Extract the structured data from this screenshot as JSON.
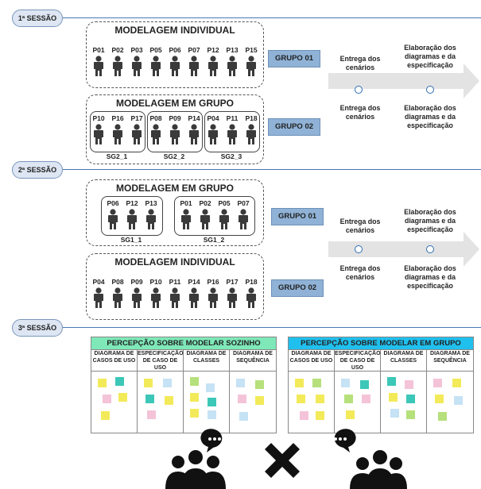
{
  "sessions": [
    {
      "label": "1ª SESSÃO"
    },
    {
      "label": "2ª SESSÃO"
    },
    {
      "label": "3ª SESSÃO"
    }
  ],
  "s1": {
    "individual": {
      "title": "MODELAGEM INDIVIDUAL",
      "participants": [
        "P01",
        "P02",
        "P03",
        "P05",
        "P06",
        "P07",
        "P12",
        "P13",
        "P15"
      ],
      "group_label": "GRUPO 01"
    },
    "group": {
      "title": "MODELAGEM EM GRUPO",
      "subgroups": [
        {
          "members": [
            "P10",
            "P16",
            "P17"
          ],
          "name": "SG2_1"
        },
        {
          "members": [
            "P08",
            "P09",
            "P14"
          ],
          "name": "SG2_2"
        },
        {
          "members": [
            "P04",
            "P11",
            "P18"
          ],
          "name": "SG2_3"
        }
      ],
      "group_label": "GRUPO 02"
    },
    "timeline": {
      "top_left": "Entrega dos cenários",
      "top_right": "Elaboração dos diagramas e da especificação",
      "bottom_left": "Entrega dos cenários",
      "bottom_right": "Elaboração dos diagramas e da especificação"
    }
  },
  "s2": {
    "group": {
      "title": "MODELAGEM EM GRUPO",
      "subgroups": [
        {
          "members": [
            "P06",
            "P12",
            "P13"
          ],
          "name": "SG1_1"
        },
        {
          "members": [
            "P01",
            "P02",
            "P05",
            "P07"
          ],
          "name": "SG1_2"
        }
      ],
      "group_label": "GRUPO 01"
    },
    "individual": {
      "title": "MODELAGEM INDIVIDUAL",
      "participants": [
        "P04",
        "P08",
        "P09",
        "P10",
        "P11",
        "P14",
        "P16",
        "P17",
        "P18"
      ],
      "group_label": "GRUPO 02"
    },
    "timeline": {
      "top_left": "Entrega dos cenários",
      "top_right": "Elaboração dos diagramas e da especificação",
      "bottom_left": "Entrega dos cenários",
      "bottom_right": "Elaboração dos diagramas e da especificação"
    }
  },
  "s3": {
    "panels": [
      {
        "title": "PERCEPÇÃO SOBRE MODELAR SOZINHO",
        "color": "#7ee8b8",
        "columns": [
          "DIAGRAMA DE CASOS DE USO",
          "ESPECIFICAÇÃO DE CASO DE USO",
          "DIAGRAMA DE CLASSES",
          "DIAGRAMA DE SEQUÊNCIA"
        ]
      },
      {
        "title": "PERCEPÇÃO SOBRE MODELAR EM GRUPO",
        "color": "#20c0ee",
        "columns": [
          "DIAGRAMA DE CASOS DE USO",
          "ESPECIFICAÇÃO DE CASO DE USO",
          "DIAGRAMA DE CLASSES",
          "DIAGRAMA DE SEQUÊNCIA"
        ]
      }
    ],
    "note_colors": {
      "yellow": "#f3ea5a",
      "teal": "#3cc7b8",
      "pink": "#f4c3d8",
      "blue": "#c6e2f5",
      "green": "#b6e07c"
    },
    "icons": [
      "group-chat-icon",
      "versus-cross-icon",
      "group-chat-icon"
    ]
  }
}
